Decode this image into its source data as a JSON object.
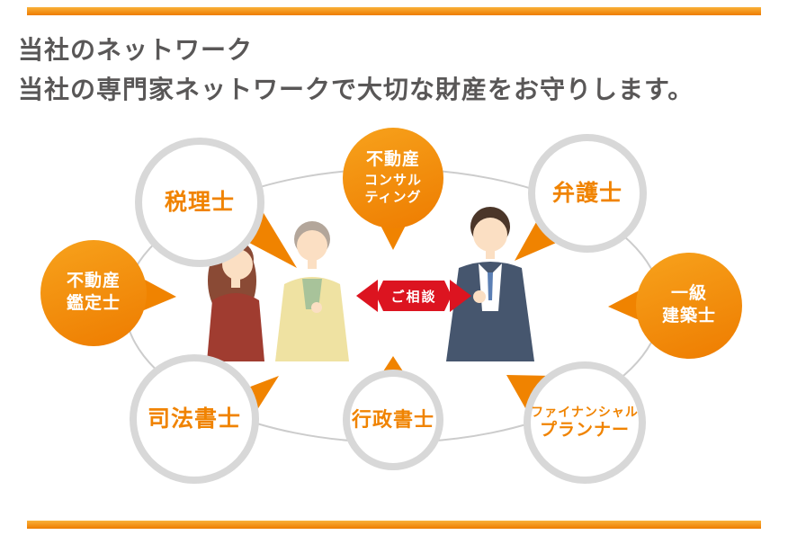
{
  "header": {
    "title_line1": "当社のネットワーク",
    "title_line2": "当社の専門家ネットワークで大切な財産をお守りします。"
  },
  "diagram": {
    "consult_label": "ご相談",
    "nodes": {
      "tax_accountant": {
        "lines": [
          "税理士"
        ]
      },
      "re_consulting": {
        "lines": [
          "不動産",
          "コンサル",
          "ティング"
        ]
      },
      "lawyer": {
        "lines": [
          "弁護士"
        ]
      },
      "re_appraiser": {
        "lines": [
          "不動産",
          "鑑定士"
        ]
      },
      "architect": {
        "lines": [
          "一級",
          "建築士"
        ]
      },
      "judicial_scrivener": {
        "lines": [
          "司法書士"
        ]
      },
      "admin_scrivener": {
        "lines": [
          "行政書士"
        ]
      },
      "financial_planner": {
        "lines": [
          "ファイナンシャル",
          "プランナー"
        ]
      }
    }
  },
  "colors": {
    "accent_orange": "#ee7c00",
    "ring_gray": "#d8d8d8",
    "title_gray": "#595757",
    "consult_red": "#dc1420"
  }
}
